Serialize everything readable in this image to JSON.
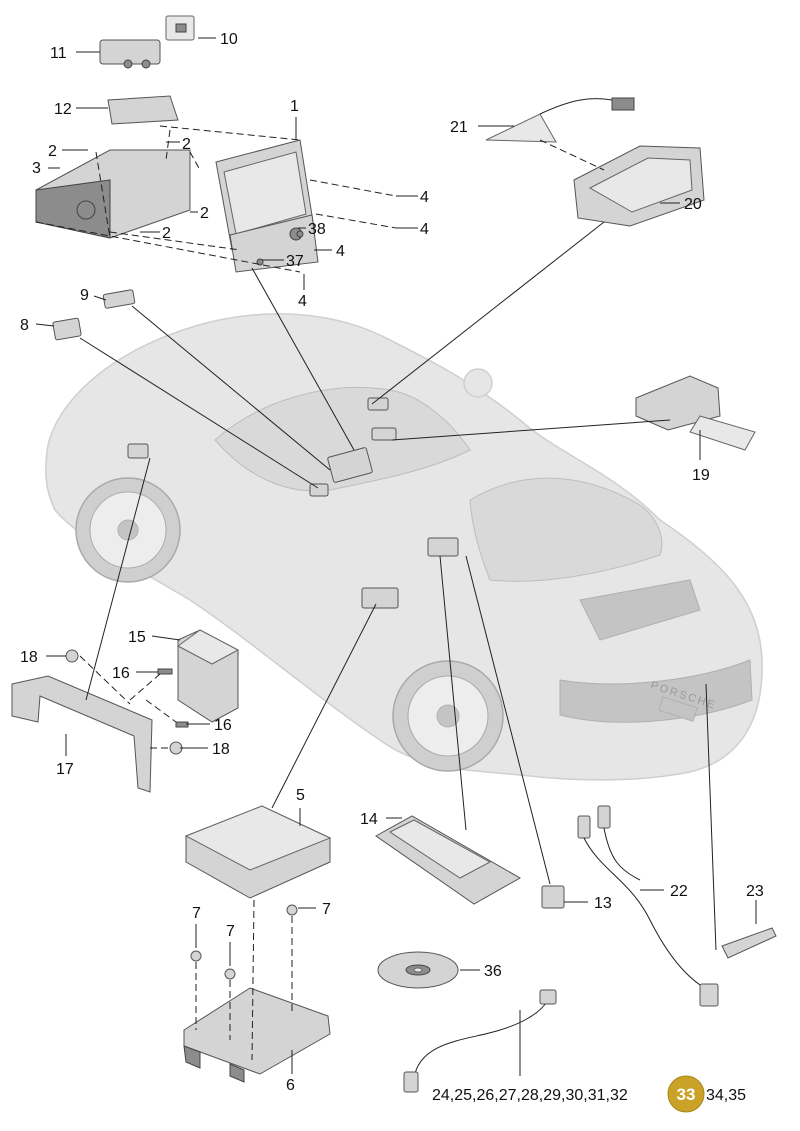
{
  "callouts": {
    "c1": "1",
    "c2a": "2",
    "c2b": "2",
    "c2c": "2",
    "c2d": "2",
    "c3": "3",
    "c4a": "4",
    "c4b": "4",
    "c4c": "4",
    "c4d": "4",
    "c5": "5",
    "c6": "6",
    "c7a": "7",
    "c7b": "7",
    "c7c": "7",
    "c8": "8",
    "c9": "9",
    "c10": "10",
    "c11": "11",
    "c12": "12",
    "c13": "13",
    "c14": "14",
    "c15": "15",
    "c16a": "16",
    "c16b": "16",
    "c17": "17",
    "c18a": "18",
    "c18b": "18",
    "c19": "19",
    "c20": "20",
    "c21": "21",
    "c22": "22",
    "c23": "23",
    "c36": "36",
    "c37": "37",
    "c38": "38",
    "c24_35": "24,25,26,27,28,29,30,31,32",
    "c34_35": "34,35"
  },
  "highlight": {
    "label": "33",
    "color": "#c9a227"
  },
  "car_lettering": {
    "brand": "PORSCHE"
  }
}
